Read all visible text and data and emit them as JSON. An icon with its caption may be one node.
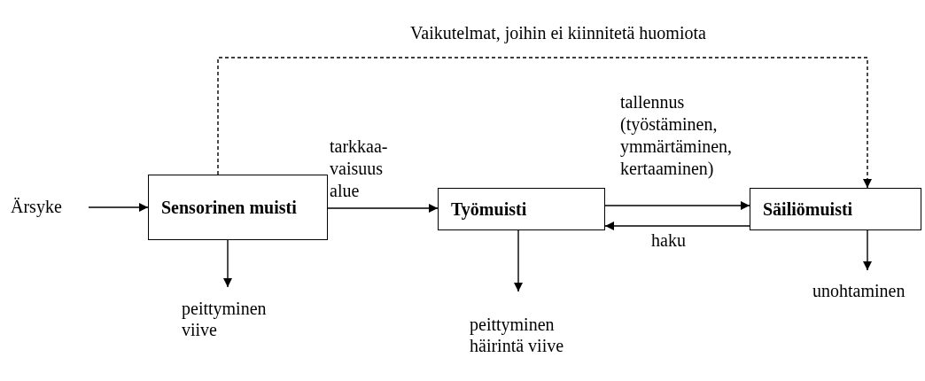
{
  "diagram": {
    "nodes": [
      {
        "text": [
          "Ärsyke"
        ]
      },
      {
        "text": [
          "Sensorinen muisti"
        ]
      },
      {
        "text": [
          "Työmuisti"
        ]
      },
      {
        "text": [
          "Säiliömuisti"
        ]
      },
      {
        "text": [
          "peittyminen viive"
        ]
      },
      {
        "text": [
          "peittyminen häirintä viive"
        ]
      },
      {
        "text": [
          "unohtaminen"
        ]
      }
    ],
    "edges": [
      {
        "from": 0,
        "to": 1,
        "arrow": "to"
      },
      {
        "from": 1,
        "to": 2,
        "arrow": "to",
        "label": "tarkkaa-vaisuus alue"
      },
      {
        "from": 2,
        "to": 3,
        "arrow": "to",
        "label": "tallennus (työstäminen, ymmärtäminen, kertaaminen)"
      },
      {
        "from": 3,
        "to": 2,
        "arrow": "to",
        "label": "haku"
      },
      {
        "from": 1,
        "to": 3,
        "arrow": "to",
        "style": "dashed",
        "label": "Vaikutelmat, joihin ei kiinnitetä huomiota"
      },
      {
        "from": 1,
        "to": 4,
        "arrow": "to"
      },
      {
        "from": 2,
        "to": 5,
        "arrow": "to"
      },
      {
        "from": 3,
        "to": 6,
        "arrow": "to"
      }
    ]
  }
}
